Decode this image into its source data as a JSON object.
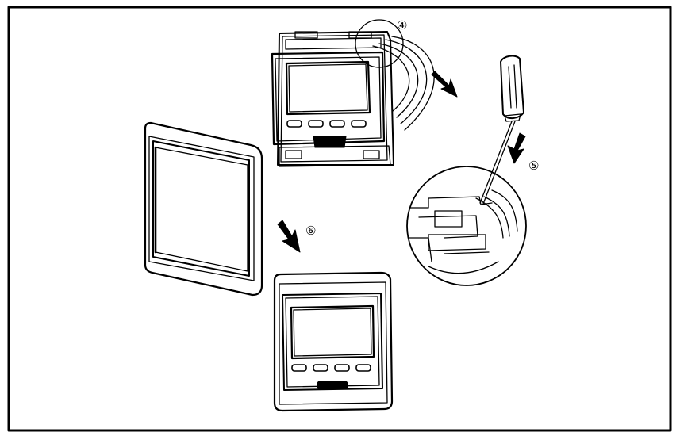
{
  "steps": [
    {
      "number": "④"
    },
    {
      "number": "⑤"
    },
    {
      "number": "⑥"
    }
  ],
  "colors": {
    "line": "#000000",
    "background": "#ffffff"
  }
}
